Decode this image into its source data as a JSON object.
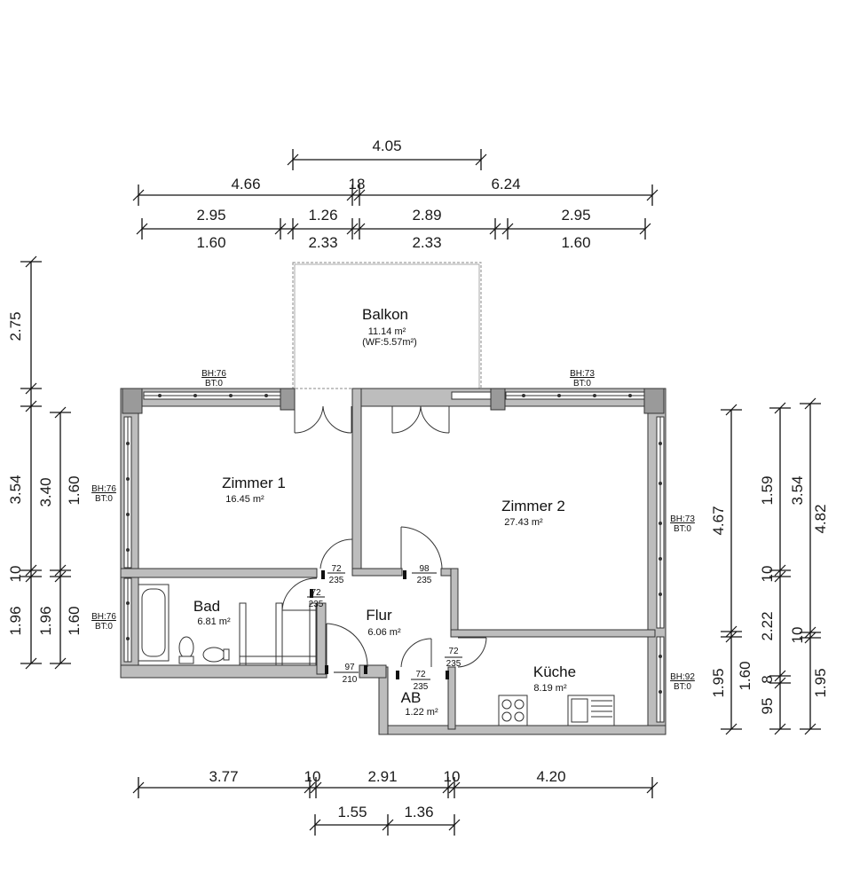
{
  "rooms": {
    "balkon": {
      "name": "Balkon",
      "area": "11.14 m²",
      "note": "(WF:5.57m²)"
    },
    "zimmer1": {
      "name": "Zimmer 1",
      "area": "16.45 m²"
    },
    "zimmer2": {
      "name": "Zimmer 2",
      "area": "27.43 m²"
    },
    "bad": {
      "name": "Bad",
      "area": "6.81 m²"
    },
    "flur": {
      "name": "Flur",
      "area": "6.06 m²"
    },
    "kueche": {
      "name": "Küche",
      "area": "8.19 m²"
    },
    "ab": {
      "name": "AB",
      "area": "1.22 m²"
    }
  },
  "windows": {
    "z1_top": {
      "bh": "BH:76",
      "bt": "BT:0"
    },
    "z2_top": {
      "bh": "BH:73",
      "bt": "BT:0"
    },
    "z1_left": {
      "bh": "BH:76",
      "bt": "BT:0"
    },
    "z2_right": {
      "bh": "BH:73",
      "bt": "BT:0"
    },
    "bad_left": {
      "bh": "BH:76",
      "bt": "BT:0"
    },
    "kueche_right": {
      "bh": "BH:92",
      "bt": "BT:0"
    }
  },
  "doors": {
    "d1": {
      "w": "72",
      "h": "235"
    },
    "d2": {
      "w": "98",
      "h": "235"
    },
    "d3": {
      "w": "72",
      "h": "235"
    },
    "d4": {
      "w": "72",
      "h": "235"
    },
    "d5": {
      "w": "97",
      "h": "210"
    },
    "d6": {
      "w": "72",
      "h": "235"
    }
  },
  "dims_top": {
    "r0": "4.05",
    "r1a": "4.66",
    "r1b": "18",
    "r1c": "6.24",
    "r2a": "2.95",
    "r2b": "1.26",
    "r2c": "2.89",
    "r2d": "2.95",
    "r3a": "1.60",
    "r3b": "2.33",
    "r3c": "2.33",
    "r3d": "1.60"
  },
  "dims_left": {
    "a": "2.75",
    "b": "3.54",
    "c": "10",
    "d": "1.96",
    "e": "3.40",
    "f": "1.60",
    "g": "1.96",
    "h": "1.60"
  },
  "dims_right": {
    "a": "4.67",
    "b": "1.95",
    "c": "1.59",
    "d": "10",
    "e": "2.22",
    "f": "1.60",
    "g": "8",
    "h": "95",
    "i": "3.54",
    "j": "4.82",
    "k": "10",
    "l": "1.95"
  },
  "dims_bottom": {
    "a": "3.77",
    "b": "10",
    "c": "2.91",
    "d": "10",
    "e": "4.20",
    "f": "1.55",
    "g": "1.36"
  }
}
